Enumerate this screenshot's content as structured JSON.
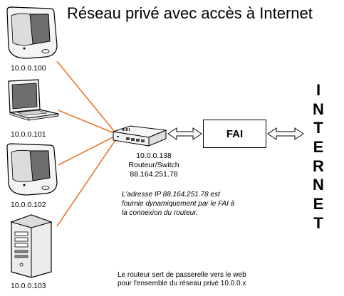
{
  "title": "Réseau privé avec accès à Internet",
  "hosts": [
    {
      "ip": "10.0.0.100",
      "type": "imac-icon"
    },
    {
      "ip": "10.0.0.101",
      "type": "laptop-icon"
    },
    {
      "ip": "10.0.0.102",
      "type": "imac-icon"
    },
    {
      "ip": "10.0.0.103",
      "type": "server-tower-icon"
    }
  ],
  "router": {
    "ip_local": "10.0.0.138",
    "name": "Routeur/Switch",
    "ip_public": "88.164.251.78"
  },
  "isp": {
    "label": "FAI"
  },
  "internet": [
    "I",
    "N",
    "T",
    "E",
    "R",
    "N",
    "E",
    "T"
  ],
  "note": {
    "lines": [
      "L'adresse IP 88.164.251.78 est",
      "fournie dynamiquement par le FAI à",
      "la connexion du routeur."
    ]
  },
  "footer": {
    "lines": [
      "Le routeur sert de passerelle vers le web",
      "pour l'ensemble du réseau privé 10.0.0.x"
    ]
  },
  "colors": {
    "link": "#e8762d",
    "screen": "#6e6e6e"
  }
}
